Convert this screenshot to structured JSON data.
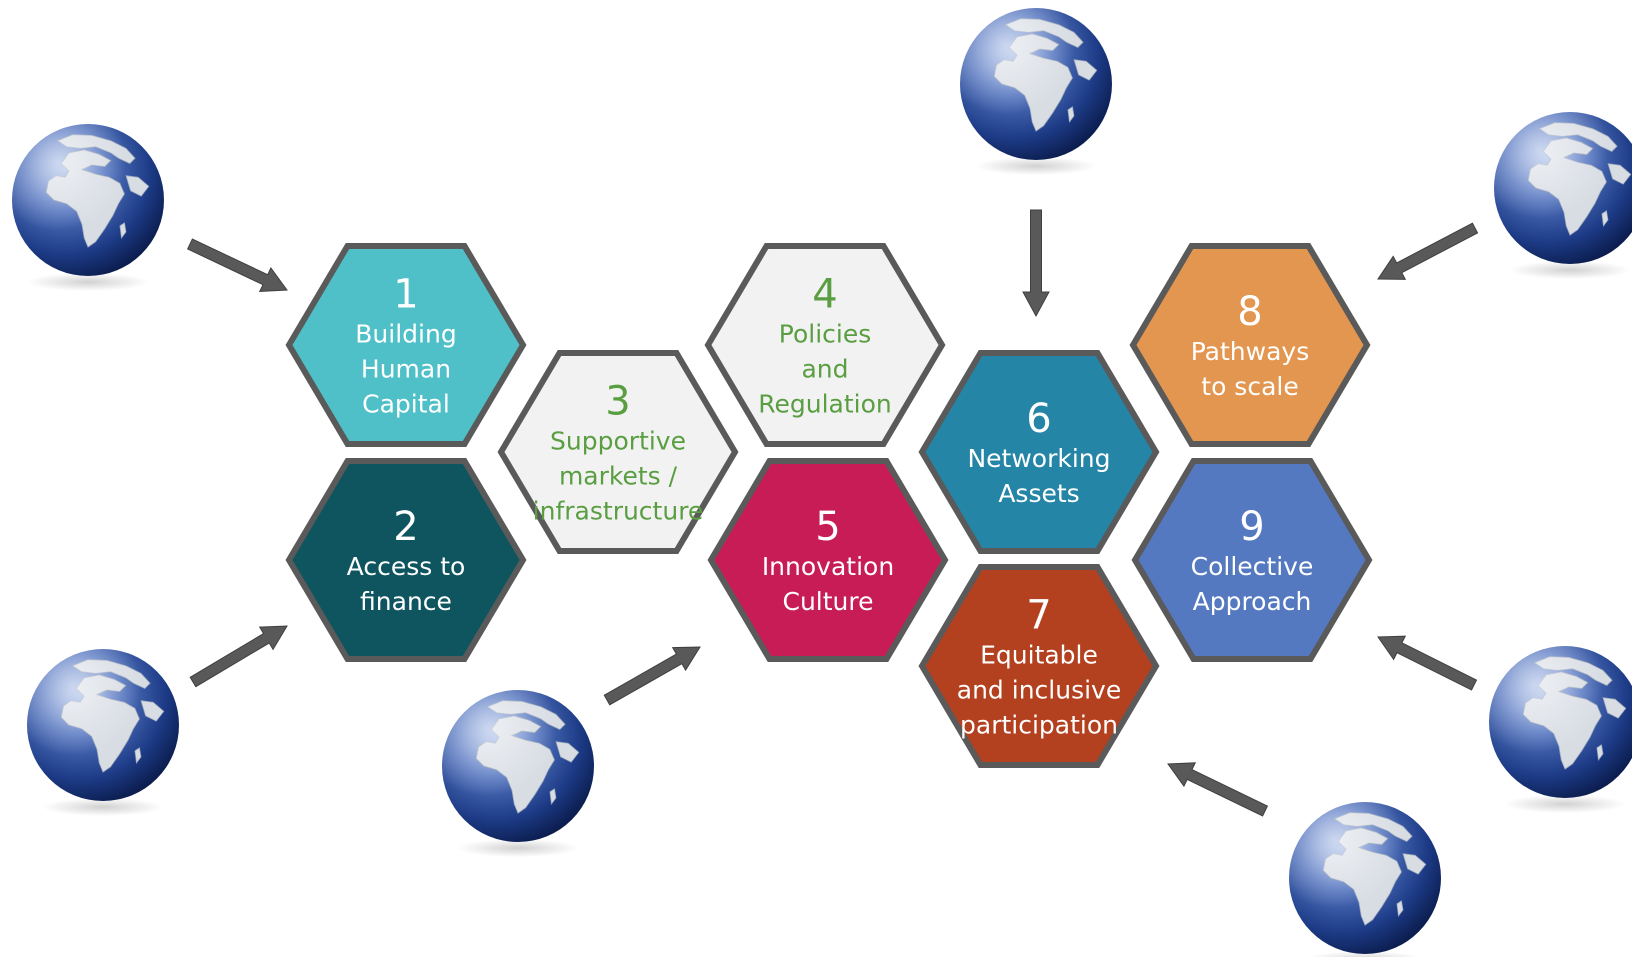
{
  "colors": {
    "hex_border": "#5a5a5a",
    "arrow": "#595959",
    "globe_ocean_light": "#6f8ed0",
    "globe_ocean_dark": "#10245e",
    "globe_land": "#d8dde4"
  },
  "hexagons": [
    {
      "id": "h1",
      "number": "1",
      "lines": [
        "Building",
        "Human",
        "Capital"
      ],
      "fill": "#4fc0c8",
      "text_color": "#ffffff"
    },
    {
      "id": "h2",
      "number": "2",
      "lines": [
        "Access to",
        "finance"
      ],
      "fill": "#0f5560",
      "text_color": "#ffffff"
    },
    {
      "id": "h3",
      "number": "3",
      "lines": [
        "Supportive",
        "markets /",
        "infrastructure"
      ],
      "fill": "#f2f2f2",
      "text_color": "#5a9e42"
    },
    {
      "id": "h4",
      "number": "4",
      "lines": [
        "Policies",
        "and",
        "Regulation"
      ],
      "fill": "#f2f2f2",
      "text_color": "#5a9e42"
    },
    {
      "id": "h5",
      "number": "5",
      "lines": [
        "Innovation",
        "Culture"
      ],
      "fill": "#c81c56",
      "text_color": "#ffffff"
    },
    {
      "id": "h6",
      "number": "6",
      "lines": [
        "Networking",
        "Assets"
      ],
      "fill": "#2585a6",
      "text_color": "#ffffff"
    },
    {
      "id": "h7",
      "number": "7",
      "lines": [
        "Equitable",
        "and inclusive",
        "participation"
      ],
      "fill": "#b3401f",
      "text_color": "#ffffff"
    },
    {
      "id": "h8",
      "number": "8",
      "lines": [
        "Pathways",
        "to scale"
      ],
      "fill": "#e39650",
      "text_color": "#ffffff"
    },
    {
      "id": "h9",
      "number": "9",
      "lines": [
        "Collective",
        "Approach"
      ],
      "fill": "#5579c0",
      "text_color": "#ffffff"
    }
  ],
  "globes": [
    {
      "id": "g1",
      "icon": "globe-africa-icon"
    },
    {
      "id": "g2",
      "icon": "globe-africa-icon"
    },
    {
      "id": "g3",
      "icon": "globe-africa-icon"
    },
    {
      "id": "g4",
      "icon": "globe-africa-icon"
    },
    {
      "id": "g5",
      "icon": "globe-africa-icon"
    },
    {
      "id": "g6",
      "icon": "globe-africa-icon"
    },
    {
      "id": "g7",
      "icon": "globe-africa-icon"
    }
  ],
  "arrows": [
    {
      "id": "a1",
      "icon": "arrow-icon"
    },
    {
      "id": "a2",
      "icon": "arrow-icon"
    },
    {
      "id": "a3",
      "icon": "arrow-icon"
    },
    {
      "id": "a4",
      "icon": "arrow-icon"
    },
    {
      "id": "a5",
      "icon": "arrow-icon"
    },
    {
      "id": "a6",
      "icon": "arrow-icon"
    },
    {
      "id": "a7",
      "icon": "arrow-icon"
    }
  ]
}
